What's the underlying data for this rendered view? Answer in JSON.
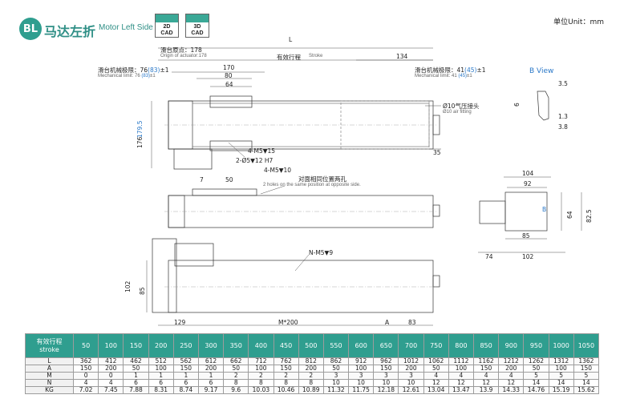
{
  "header": {
    "badge": "BL",
    "title_cn": "马达左折",
    "title_en": "Motor Left Side",
    "cad_2d": {
      "top": "2D",
      "bottom": "CAD"
    },
    "cad_3d": {
      "top": "3D",
      "bottom": "CAD"
    },
    "unit": "单位Unit：mm"
  },
  "drawing": {
    "L": "L",
    "stroke_cn": "有效行程",
    "stroke_en": "Stroke",
    "origin_cn": "滑台原点：178",
    "origin_en": "Origin of actuator:178",
    "dim_170": "170",
    "dim_134": "134",
    "dim_80": "80",
    "dim_64": "64",
    "mech_left_cn": "滑台机械极限：76",
    "mech_left_alt": "(83)",
    "mech_left_tol": "±1",
    "mech_left_en": "Mechanical limit: 76",
    "mech_right_cn": "滑台机械极限：41",
    "mech_right_alt": "(45)",
    "mech_right_tol": "±1",
    "mech_right_en": "Mechanical limit: 41",
    "height_176": "176",
    "height_179": "179.5",
    "m5_15": "4-M5▼15",
    "pin_12": "2-Ø5▼12 H7",
    "m5_10": "4-M5▼10",
    "air_cn": "Ø10气压接头",
    "air_en": "Ø10 air fitting",
    "dim_35": "35",
    "dim_7": "7",
    "dim_50": "50",
    "holes_cn": "对面相同位置两孔",
    "holes_en": "2 holes on the same position at opposite side.",
    "n_m5": "N-M5▼9",
    "dim_102": "102",
    "dim_85": "85",
    "dim_129": "129",
    "dim_m200": "M*200",
    "dim_a": "A",
    "dim_83": "83",
    "bview": "B View",
    "bv_35": "3.5",
    "bv_6": "6",
    "bv_13": "1.3",
    "bv_38": "3.8",
    "ev_104": "104",
    "ev_92": "92",
    "ev_85": "85",
    "ev_74": "74",
    "ev_102": "102",
    "ev_64": "64",
    "ev_825": "82.5",
    "ev_b": "B"
  },
  "table": {
    "header_cn": "有效行程",
    "header_en": "stroke",
    "strokes": [
      "50",
      "100",
      "150",
      "200",
      "250",
      "300",
      "350",
      "400",
      "450",
      "500",
      "550",
      "600",
      "650",
      "700",
      "750",
      "800",
      "850",
      "900",
      "950",
      "1000",
      "1050"
    ],
    "rows": [
      {
        "label": "L",
        "values": [
          "362",
          "412",
          "462",
          "512",
          "562",
          "612",
          "662",
          "712",
          "762",
          "812",
          "862",
          "912",
          "962",
          "1012",
          "1062",
          "1112",
          "1162",
          "1212",
          "1262",
          "1312",
          "1362"
        ]
      },
      {
        "label": "A",
        "values": [
          "150",
          "200",
          "50",
          "100",
          "150",
          "200",
          "50",
          "100",
          "150",
          "200",
          "50",
          "100",
          "150",
          "200",
          "50",
          "100",
          "150",
          "200",
          "50",
          "100",
          "150"
        ]
      },
      {
        "label": "M",
        "values": [
          "0",
          "0",
          "1",
          "1",
          "1",
          "1",
          "2",
          "2",
          "2",
          "2",
          "3",
          "3",
          "3",
          "3",
          "4",
          "4",
          "4",
          "4",
          "5",
          "5",
          "5"
        ]
      },
      {
        "label": "N",
        "values": [
          "4",
          "4",
          "6",
          "6",
          "6",
          "6",
          "8",
          "8",
          "8",
          "8",
          "10",
          "10",
          "10",
          "10",
          "12",
          "12",
          "12",
          "12",
          "14",
          "14",
          "14"
        ]
      },
      {
        "label": "KG",
        "values": [
          "7.02",
          "7.45",
          "7.88",
          "8.31",
          "8.74",
          "9.17",
          "9.6",
          "10.03",
          "10.46",
          "10.89",
          "11.32",
          "11.75",
          "12.18",
          "12.61",
          "13.04",
          "13.47",
          "13.9",
          "14.33",
          "14.76",
          "15.19",
          "15.62"
        ]
      }
    ]
  }
}
